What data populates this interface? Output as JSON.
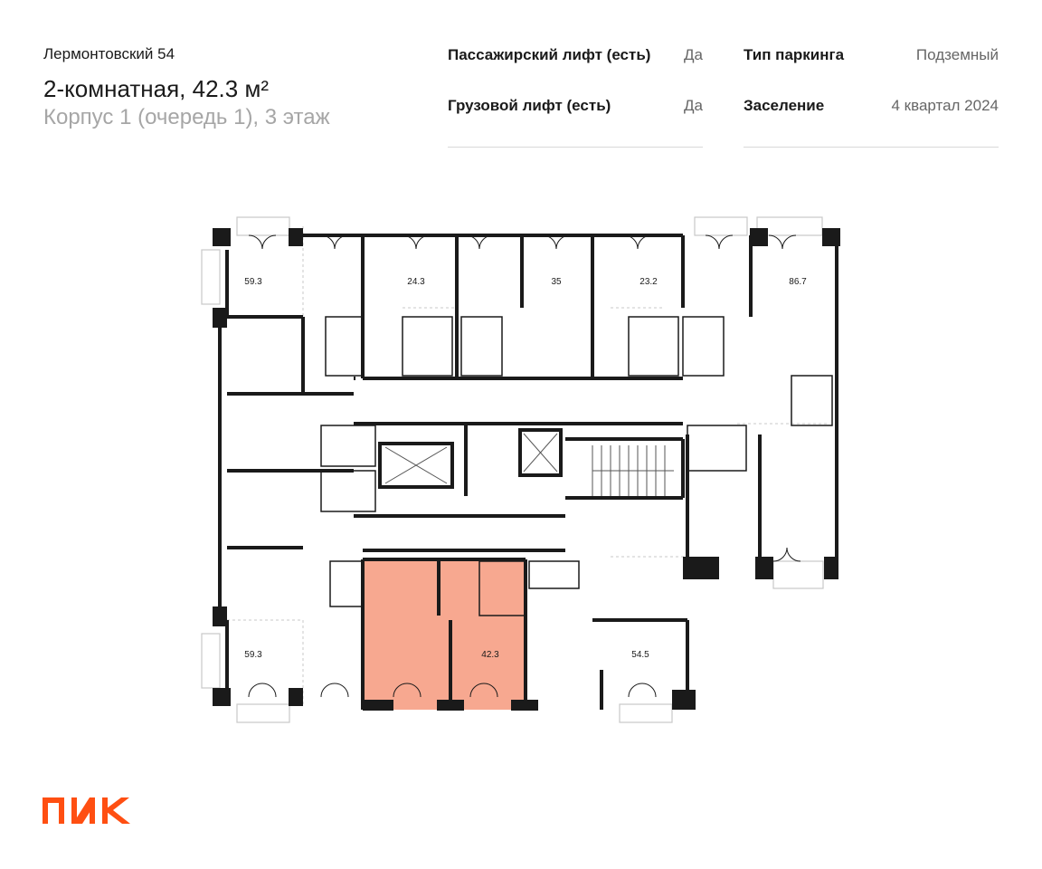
{
  "header": {
    "project": "Лермонтовский 54",
    "apartment_title": "2-комнатная, 42.3 м²",
    "apartment_subtitle": "Корпус 1 (очередь 1), 3 этаж"
  },
  "info_left": [
    {
      "label": "Пассажирский лифт (есть)",
      "value": "Да"
    },
    {
      "label": "Грузовой лифт (есть)",
      "value": "Да"
    }
  ],
  "info_right": [
    {
      "label": "Тип паркинга",
      "value": "Подземный"
    },
    {
      "label": "Заселение",
      "value": "4 квартал 2024"
    }
  ],
  "floor_plan": {
    "unit_areas": [
      "59.3",
      "24.3",
      "35",
      "23.2",
      "86.7",
      "59.3",
      "42.3",
      "54.5"
    ],
    "highlight_color": "#f7a890"
  },
  "brand": {
    "logo_text": "ПИК",
    "color": "#ff4f12"
  }
}
